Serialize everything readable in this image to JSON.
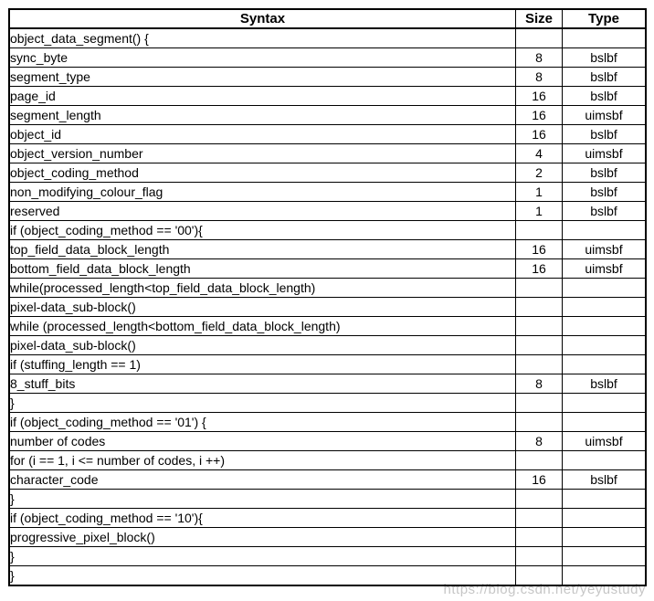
{
  "watermark": {
    "text": "https://blog.csdn.net/yeyustudy"
  },
  "colors": {
    "background": "#ffffff",
    "text": "#000000",
    "border": "#000000",
    "watermark": "#c6c6c6"
  },
  "table": {
    "headers": [
      "Syntax",
      "Size",
      "Type"
    ],
    "rows": [
      {
        "syntax": "object_data_segment() {",
        "indent": 0,
        "size": "",
        "type": ""
      },
      {
        "syntax": "sync_byte",
        "indent": 1,
        "size": "8",
        "type": "bslbf"
      },
      {
        "syntax": "segment_type",
        "indent": 1,
        "size": "8",
        "type": "bslbf"
      },
      {
        "syntax": "page_id",
        "indent": 1,
        "size": "16",
        "type": "bslbf"
      },
      {
        "syntax": "segment_length",
        "indent": 1,
        "size": "16",
        "type": "uimsbf"
      },
      {
        "syntax": "object_id",
        "indent": 1,
        "size": "16",
        "type": "bslbf"
      },
      {
        "syntax": "object_version_number",
        "indent": 1,
        "size": "4",
        "type": "uimsbf"
      },
      {
        "syntax": "object_coding_method",
        "indent": 1,
        "size": "2",
        "type": "bslbf"
      },
      {
        "syntax": "non_modifying_colour_flag",
        "indent": 1,
        "size": "1",
        "type": "bslbf"
      },
      {
        "syntax": "reserved",
        "indent": 1,
        "size": "1",
        "type": "bslbf"
      },
      {
        "syntax": "if (object_coding_method == '00'){",
        "indent": 1,
        "size": "",
        "type": ""
      },
      {
        "syntax": "top_field_data_block_length",
        "indent": 2,
        "size": "16",
        "type": "uimsbf"
      },
      {
        "syntax": "bottom_field_data_block_length",
        "indent": 2,
        "size": "16",
        "type": "uimsbf"
      },
      {
        "syntax": "while(processed_length<top_field_data_block_length)",
        "indent": 2,
        "size": "",
        "type": ""
      },
      {
        "syntax": "pixel-data_sub-block()",
        "indent": 3,
        "size": "",
        "type": ""
      },
      {
        "syntax": "while (processed_length<bottom_field_data_block_length)",
        "indent": 2,
        "size": "",
        "type": ""
      },
      {
        "syntax": "pixel-data_sub-block()",
        "indent": 3,
        "size": "",
        "type": ""
      },
      {
        "syntax": "if (stuffing_length == 1)",
        "indent": 2,
        "size": "",
        "type": ""
      },
      {
        "syntax": "8_stuff_bits",
        "indent": 3,
        "size": "8",
        "type": "bslbf"
      },
      {
        "syntax": "}",
        "indent": 1,
        "size": "",
        "type": ""
      },
      {
        "syntax": "if (object_coding_method == '01') {",
        "indent": 1,
        "size": "",
        "type": ""
      },
      {
        "syntax": "number of codes",
        "indent": 2,
        "size": "8",
        "type": "uimsbf"
      },
      {
        "syntax": "for (i == 1, i <= number of codes, i ++)",
        "indent": 2,
        "size": "",
        "type": ""
      },
      {
        "syntax": "character_code",
        "indent": 3,
        "size": "16",
        "type": "bslbf"
      },
      {
        "syntax": "}",
        "indent": 1,
        "size": "",
        "type": ""
      },
      {
        "syntax": "if (object_coding_method == '10'){",
        "indent": 1,
        "size": "",
        "type": ""
      },
      {
        "syntax": "progressive_pixel_block()",
        "indent": 2,
        "size": "",
        "type": ""
      },
      {
        "syntax": "}",
        "indent": 1,
        "size": "",
        "type": ""
      },
      {
        "syntax": "}",
        "indent": 0,
        "size": "",
        "type": ""
      }
    ]
  }
}
